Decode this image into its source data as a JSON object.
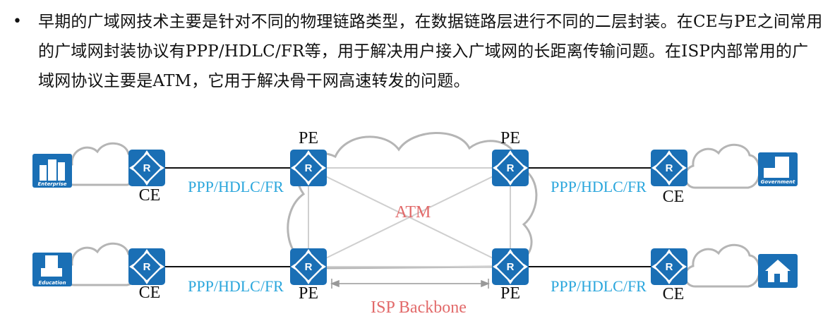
{
  "intro": {
    "bullet": "•",
    "text": "早期的广域网技术主要是针对不同的物理链路类型，在数据链路层进行不同的二层封装。在CE与PE之间常用的广域网封装协议有PPP/HDLC/FR等，用于解决用户接入广域网的长距离传输问题。在ISP内部常用的广域网协议主要是ATM，它用于解决骨干网高速转发的问题。"
  },
  "diagram": {
    "ce_label": "CE",
    "pe_label": "PE",
    "access_protocol": "PPP/HDLC/FR",
    "core_protocol": "ATM",
    "backbone_label": "ISP Backbone",
    "sites": {
      "enterprise": "Enterprise",
      "education": "Education",
      "government": "Government"
    },
    "router_glyph": "R",
    "colors": {
      "router": "#1a6fb5",
      "cloud_stroke": "#b5b5b5",
      "link": "#111111",
      "mesh": "#cfcfcf",
      "access_text": "#2aa6dc",
      "core_text": "#e26a6a"
    }
  }
}
